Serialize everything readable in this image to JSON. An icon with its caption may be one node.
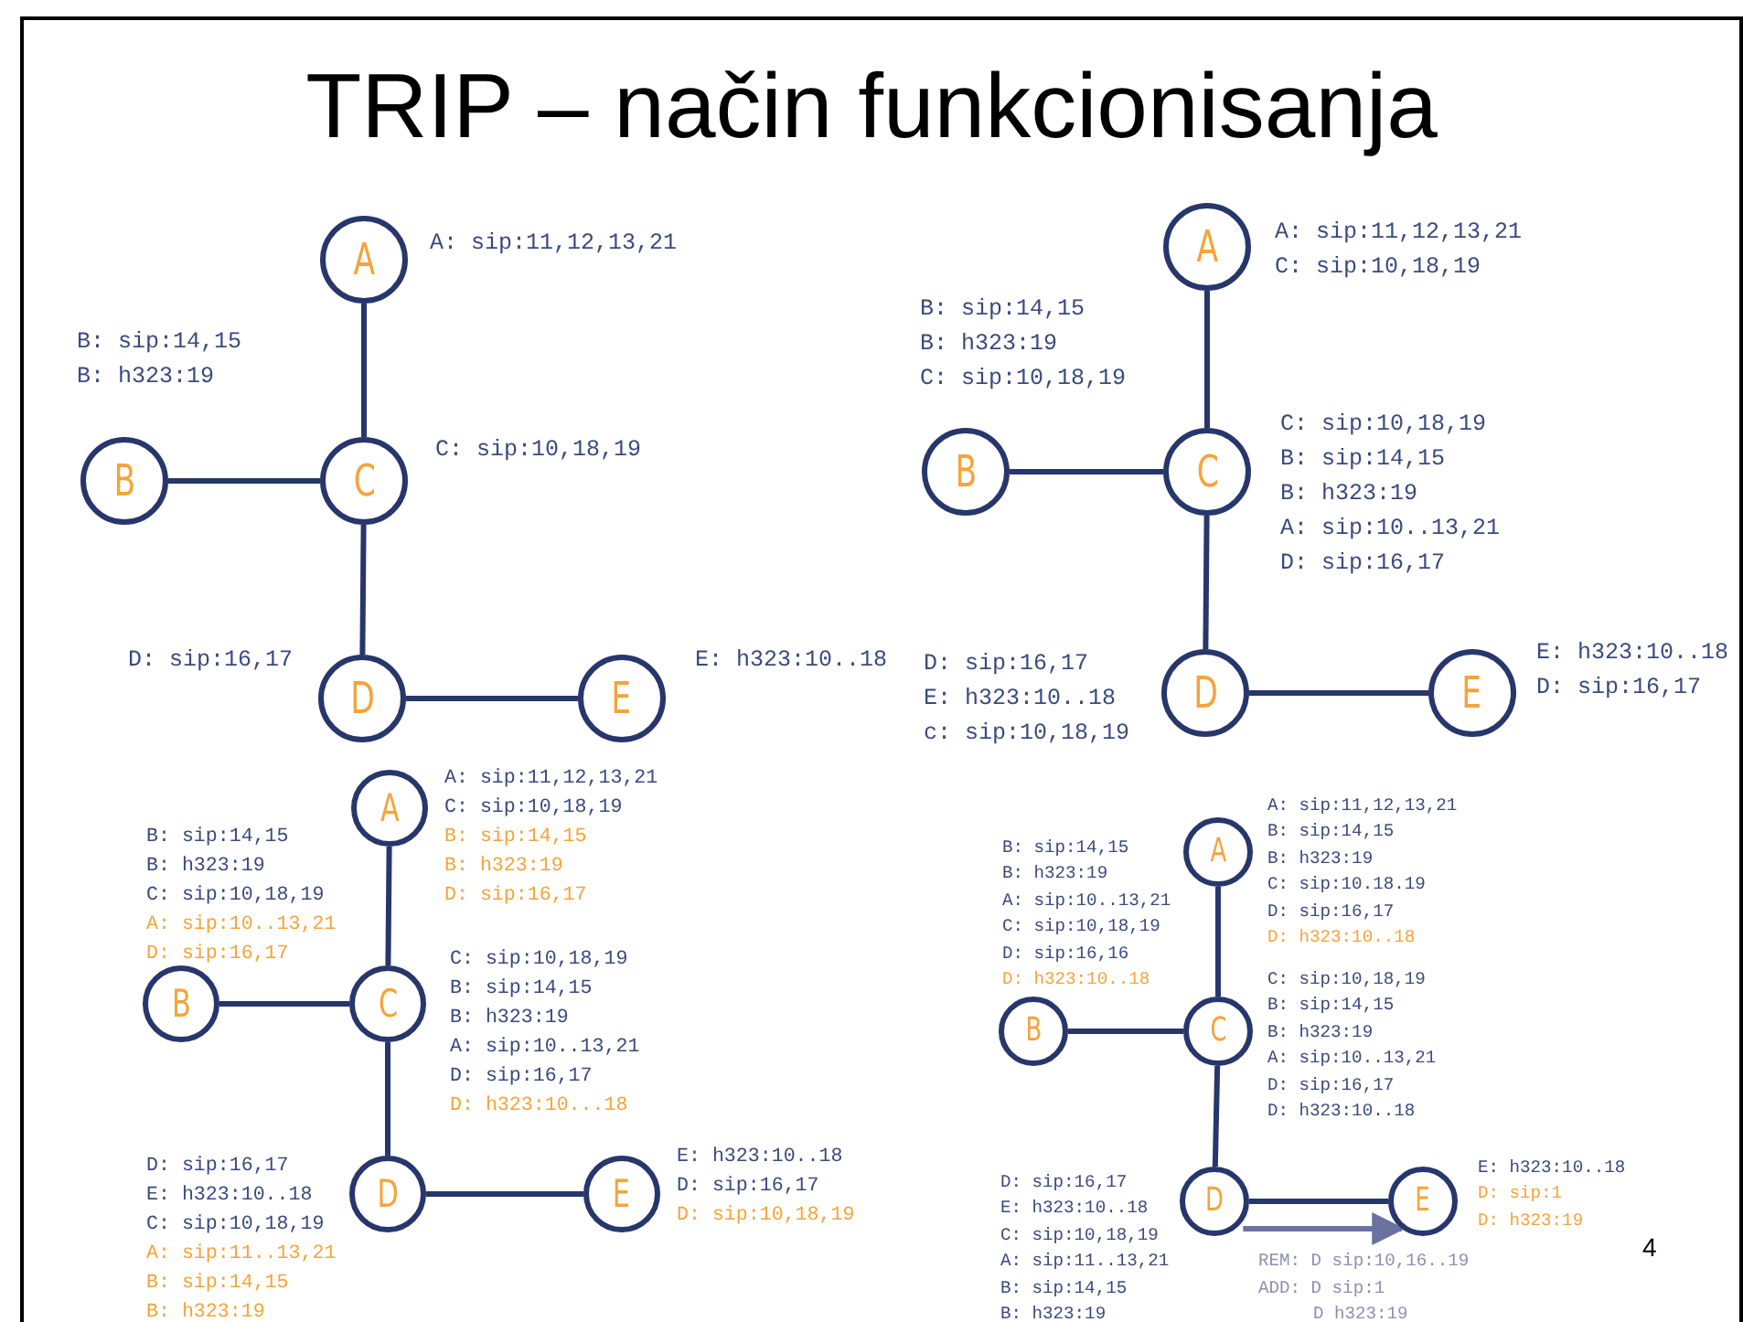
{
  "diagram": {
    "title": "TRIP – način funkcionisanja",
    "nodes": [
      {
        "text": [
          "A"
        ],
        "beside": [
          "A: sip:11,12,13,21"
        ]
      },
      {
        "text": [
          "B"
        ],
        "beside": [
          "B: sip:14,15",
          "B: h323:19"
        ]
      },
      {
        "text": [
          "C"
        ],
        "beside": [
          "C: sip:10,18,19"
        ]
      },
      {
        "text": [
          "D"
        ],
        "beside": [
          "D: sip:16,17"
        ]
      },
      {
        "text": [
          "E"
        ],
        "beside": [
          "E: h323:10..18"
        ]
      },
      {
        "text": [
          "A"
        ],
        "beside": [
          "A: sip:11,12,13,21",
          "C: sip:10,18,19"
        ]
      },
      {
        "text": [
          "B"
        ],
        "beside": [
          "B: sip:14,15",
          "B: h323:19",
          "C: sip:10,18,19"
        ]
      },
      {
        "text": [
          "C"
        ],
        "beside": [
          "C: sip:10,18,19",
          "B: sip:14,15",
          "B: h323:19",
          "A: sip:10..13,21",
          "D: sip:16,17"
        ]
      },
      {
        "text": [
          "D"
        ],
        "beside": [
          "D: sip:16,17",
          "E: h323:10..18",
          "c: sip:10,18,19"
        ]
      },
      {
        "text": [
          "E"
        ],
        "beside": [
          "E: h323:10..18",
          "D: sip:16,17"
        ]
      },
      {
        "text": [
          "A"
        ],
        "beside": [
          "A: sip:11,12,13,21",
          "C: sip:10,18,19",
          "B: sip:14,15",
          "B: h323:19",
          "D: sip:16,17"
        ]
      },
      {
        "text": [
          "B"
        ],
        "beside": [
          "B: sip:14,15",
          "B: h323:19",
          "C: sip:10,18,19",
          "A: sip:10..13,21",
          "D: sip:16,17"
        ]
      },
      {
        "text": [
          "C"
        ],
        "beside": [
          "C: sip:10,18,19",
          "B: sip:14,15",
          "B: h323:19",
          "A: sip:10..13,21",
          "D: sip:16,17",
          "D: h323:10...18"
        ]
      },
      {
        "text": [
          "D"
        ],
        "beside": [
          "D: sip:16,17",
          "E: h323:10..18",
          "C: sip:10,18,19",
          "A: sip:11..13,21",
          "B: sip:14,15",
          "B: h323:19"
        ]
      },
      {
        "text": [
          "E"
        ],
        "beside": [
          "E: h323:10..18",
          "D: sip:16,17",
          "D: sip:10,18,19"
        ]
      },
      {
        "text": [
          "A"
        ],
        "beside": [
          "A: sip:11,12,13,21",
          "B: sip:14,15",
          "B: h323:19",
          "C: sip:10.18.19",
          "D: sip:16,17",
          "D: h323:10..18"
        ]
      },
      {
        "text": [
          "B"
        ],
        "beside": [
          "B: sip:14,15",
          "B: h323:19",
          "A: sip:10..13,21",
          "C: sip:10,18,19",
          "D: sip:16,16",
          "D: h323:10..18"
        ]
      },
      {
        "text": [
          "C"
        ],
        "beside": [
          "C: sip:10,18,19",
          "B: sip:14,15",
          "B: h323:19",
          "A: sip:10..13,21",
          "D: sip:16,17",
          "D: h323:10..18"
        ]
      },
      {
        "text": [
          "D"
        ],
        "beside": [
          "D: sip:16,17",
          "E: h323:10..18",
          "C: sip:10,18,19",
          "A: sip:11..13,21",
          "B: sip:14,15",
          "B: h323:19"
        ]
      },
      {
        "text": [
          "E"
        ],
        "beside": [
          "E: h323:10..18",
          "D: sip:1",
          "D: h323:19"
        ]
      }
    ],
    "edges": [
      {
        "from": 0,
        "to": 2,
        "arrow": "none"
      },
      {
        "from": 1,
        "to": 2,
        "arrow": "none"
      },
      {
        "from": 2,
        "to": 3,
        "arrow": "none"
      },
      {
        "from": 3,
        "to": 4,
        "arrow": "none"
      },
      {
        "from": 5,
        "to": 7,
        "arrow": "none"
      },
      {
        "from": 6,
        "to": 7,
        "arrow": "none"
      },
      {
        "from": 7,
        "to": 8,
        "arrow": "none"
      },
      {
        "from": 8,
        "to": 9,
        "arrow": "none"
      },
      {
        "from": 10,
        "to": 12,
        "arrow": "none"
      },
      {
        "from": 11,
        "to": 12,
        "arrow": "none"
      },
      {
        "from": 12,
        "to": 13,
        "arrow": "none"
      },
      {
        "from": 13,
        "to": 14,
        "arrow": "none"
      },
      {
        "from": 15,
        "to": 17,
        "arrow": "none"
      },
      {
        "from": 16,
        "to": 17,
        "arrow": "none"
      },
      {
        "from": 17,
        "to": 18,
        "arrow": "none"
      },
      {
        "from": 18,
        "to": 19,
        "arrow": "none"
      },
      {
        "from": 18,
        "to": 19,
        "arrow": "to",
        "color": "#6a73a0"
      }
    ],
    "labels": [
      "REM: D sip:10,16..19",
      "ADD: D sip:1",
      "D h323:19",
      "4"
    ]
  }
}
